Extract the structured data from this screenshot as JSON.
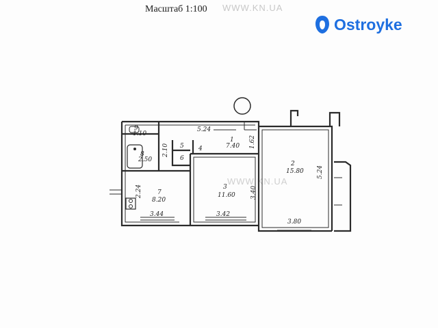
{
  "header": {
    "scale_label": "Масштаб 1:100",
    "watermark": "WWW.KN.UA",
    "watermark_mid": "WWW.KN.UA"
  },
  "logo": {
    "text": "Ostroyke",
    "icon": "ostroyke-logo-icon",
    "color": "#1e6fe0"
  },
  "rooms": [
    {
      "number": "1",
      "area": "7.40"
    },
    {
      "number": "2",
      "area": "15.80"
    },
    {
      "number": "3",
      "area": "11.60"
    },
    {
      "number": "4",
      "area": ""
    },
    {
      "number": "5",
      "area": ""
    },
    {
      "number": "6",
      "area": ""
    },
    {
      "number": "7",
      "area": "8.20"
    },
    {
      "number": "8",
      "area": "2.50"
    },
    {
      "number": "9",
      "area": "1.10"
    }
  ],
  "dimensions": {
    "corridor_top": "5.24",
    "room1_right": "1.62",
    "room2_right": "5.24",
    "room3_right": "3.40",
    "bath_left": "2.10",
    "kitchen_left": "2.24",
    "kitchen_bottom": "3.44",
    "room3_bottom": "3.42",
    "room2_bottom": "3.80"
  },
  "colors": {
    "wall": "#2a2a2a",
    "accent": "#1e6fe0"
  }
}
